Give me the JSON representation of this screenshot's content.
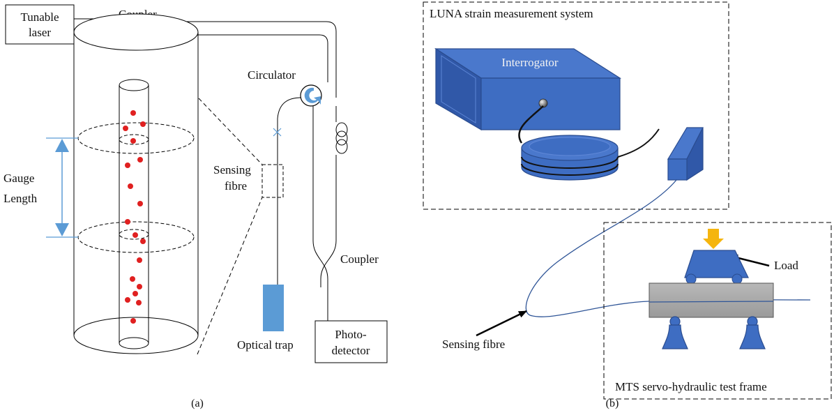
{
  "panel_a": {
    "laser_line1": "Tunable",
    "laser_line2": "laser",
    "coupler_top": "Coupler",
    "circulator": "Circulator",
    "gauge_line1": "Gauge",
    "gauge_line2": "Length",
    "sensing_line1": "Sensing",
    "sensing_line2": "fibre",
    "coupler_bottom": "Coupler",
    "optical_trap": "Optical trap",
    "detector_line1": "Photo-",
    "detector_line2": "detector",
    "caption": "(a)"
  },
  "panel_b": {
    "luna_title": "LUNA strain measurement system",
    "interrogator": "Interrogator",
    "load": "Load",
    "sensing_fibre": "Sensing fibre",
    "mts_title": "MTS servo-hydraulic test frame",
    "caption": "(b)"
  },
  "colors": {
    "equipment_blue": "#3E6DC2",
    "equipment_edge": "#2A4C8F",
    "arrow_blue": "#5B9BD5",
    "dot_red": "#E02020",
    "load_arrow": "#F5B50E",
    "specimen_gray": "#A9A9A9",
    "fibre_blue": "#2F5597",
    "trap_blue": "#5B9BD5"
  }
}
